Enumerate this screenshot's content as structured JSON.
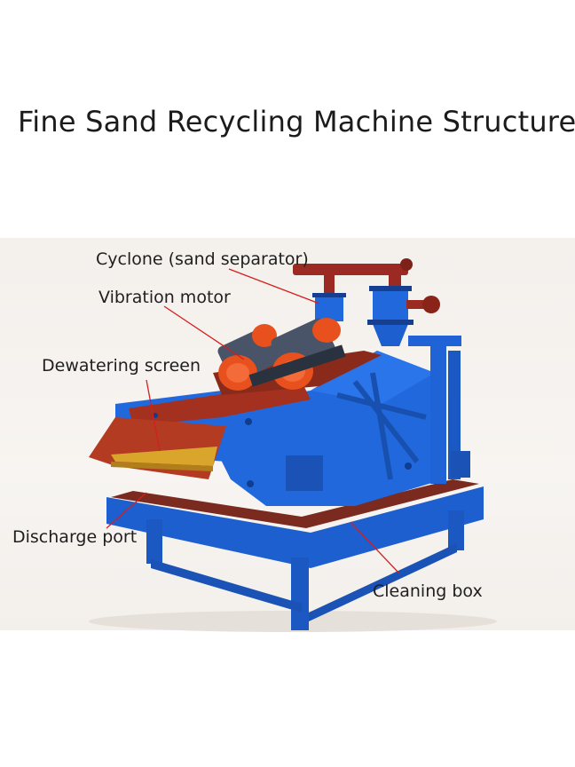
{
  "title": "Fine Sand Recycling Machine Structure",
  "labels": {
    "cyclone": "Cyclone (sand separator)",
    "vibration_motor": "Vibration motor",
    "dewatering_screen": "Dewatering screen",
    "discharge_port": "Discharge port",
    "cleaning_box": "Cleaning box"
  },
  "colors": {
    "machine_blue": "#1f63d6",
    "motor_orange": "#e8501e",
    "pipe_red": "#9b2b22",
    "screen_mesh": "#d9a52a",
    "leader_line": "#d41f1f"
  }
}
